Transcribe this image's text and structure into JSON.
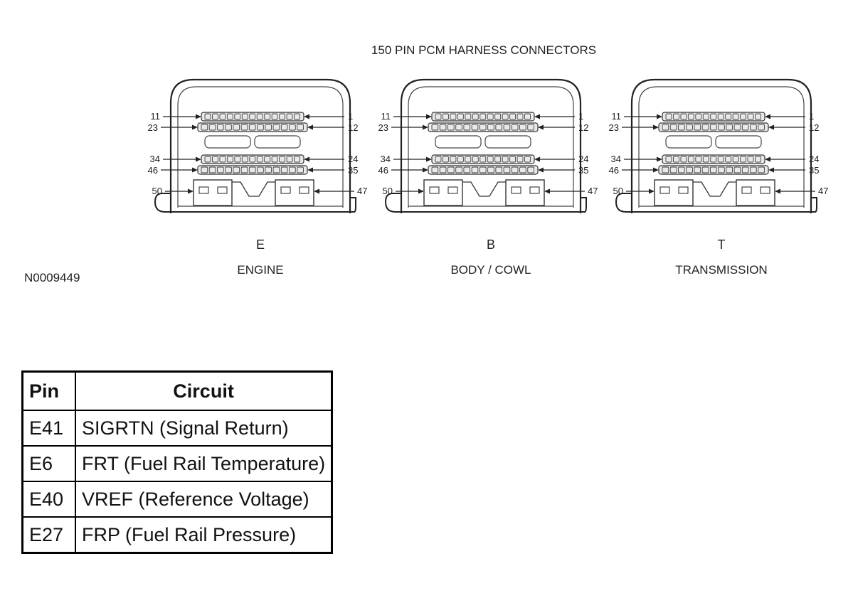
{
  "title": "150 PIN PCM HARNESS CONNECTORS",
  "figure_id": "N0009449",
  "pin_labels": {
    "row1_left": "11",
    "row1_right": "1",
    "row2_left": "23",
    "row2_right": "12",
    "row3_left": "34",
    "row3_right": "24",
    "row4_left": "46",
    "row4_right": "35",
    "row5_left": "50",
    "row5_right": "47"
  },
  "connectors": [
    {
      "letter": "E",
      "name": "ENGINE"
    },
    {
      "letter": "B",
      "name": "BODY / COWL"
    },
    {
      "letter": "T",
      "name": "TRANSMISSION"
    }
  ],
  "table": {
    "headers": [
      "Pin",
      "Circuit"
    ],
    "rows": [
      [
        "E41",
        "SIGRTN (Signal Return)"
      ],
      [
        "E6",
        "FRT (Fuel Rail Temperature)"
      ],
      [
        "E40",
        "VREF (Reference Voltage)"
      ],
      [
        "E27",
        "FRP (Fuel Rail Pressure)"
      ]
    ]
  }
}
